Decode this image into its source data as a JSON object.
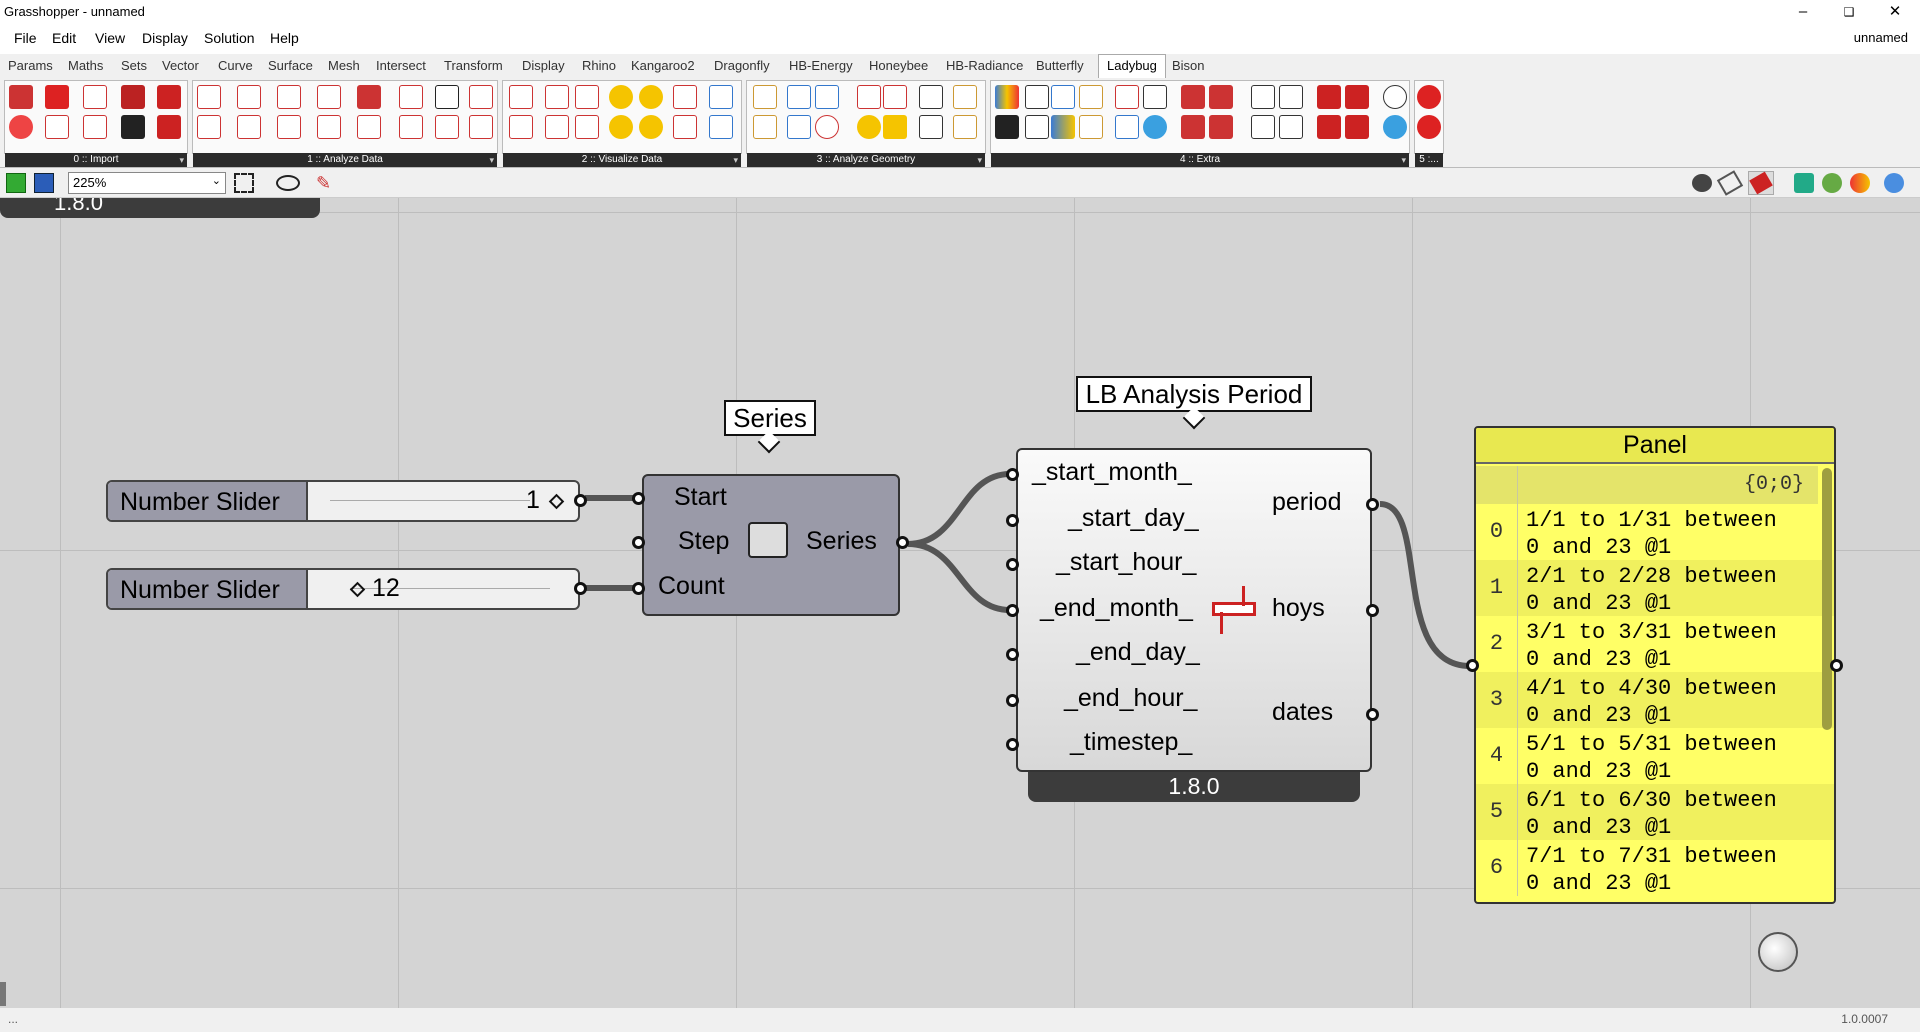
{
  "window": {
    "title": "Grasshopper - unnamed",
    "doc_name": "unnamed"
  },
  "menu": [
    "File",
    "Edit",
    "View",
    "Display",
    "Solution",
    "Help"
  ],
  "tabs": [
    "Params",
    "Maths",
    "Sets",
    "Vector",
    "Curve",
    "Surface",
    "Mesh",
    "Intersect",
    "Transform",
    "Display",
    "Rhino",
    "Kangaroo2",
    "Dragonfly",
    "HB-Energy",
    "Honeybee",
    "HB-Radiance",
    "Butterfly",
    "Ladybug",
    "Bison"
  ],
  "active_tab": "Ladybug",
  "ribbon_groups": [
    "0 :: Import",
    "1 :: Analyze Data",
    "2 :: Visualize Data",
    "3 :: Analyze Geometry",
    "4 :: Extra",
    "5 :..."
  ],
  "zoom": "225%",
  "canvas": {
    "top_version": "1.8.0",
    "slider1": {
      "label": "Number Slider",
      "value": "1"
    },
    "slider2": {
      "label": "Number Slider",
      "value": "12"
    },
    "series": {
      "callout": "Series",
      "inputs": [
        "Start",
        "Step",
        "Count"
      ],
      "output": "Series"
    },
    "analysis_period": {
      "callout": "LB Analysis Period",
      "inputs": [
        "_start_month_",
        "_start_day_",
        "_start_hour_",
        "_end_month_",
        "_end_day_",
        "_end_hour_",
        "_timestep_"
      ],
      "outputs": [
        "period",
        "hoys",
        "dates"
      ],
      "version": "1.8.0"
    },
    "panel": {
      "title": "Panel",
      "path": "{0;0}",
      "rows": [
        {
          "index": "0",
          "text": "1/1 to 1/31 between\n0 and 23 @1"
        },
        {
          "index": "1",
          "text": "2/1 to 2/28 between\n0 and 23 @1"
        },
        {
          "index": "2",
          "text": "3/1 to 3/31 between\n0 and 23 @1"
        },
        {
          "index": "3",
          "text": "4/1 to 4/30 between\n0 and 23 @1"
        },
        {
          "index": "4",
          "text": "5/1 to 5/31 between\n0 and 23 @1"
        },
        {
          "index": "5",
          "text": "6/1 to 6/30 between\n0 and 23 @1"
        },
        {
          "index": "6",
          "text": "7/1 to 7/31 between\n0 and 23 @1"
        }
      ]
    }
  },
  "status": {
    "left": "...",
    "version": "1.0.0007"
  },
  "colors": {
    "panel_yellow": "#ffff66",
    "panel_header": "#e8e850",
    "component_gray": "#9a9aa8",
    "wire": "#555555",
    "canvas_bg": "#d4d4d4"
  }
}
